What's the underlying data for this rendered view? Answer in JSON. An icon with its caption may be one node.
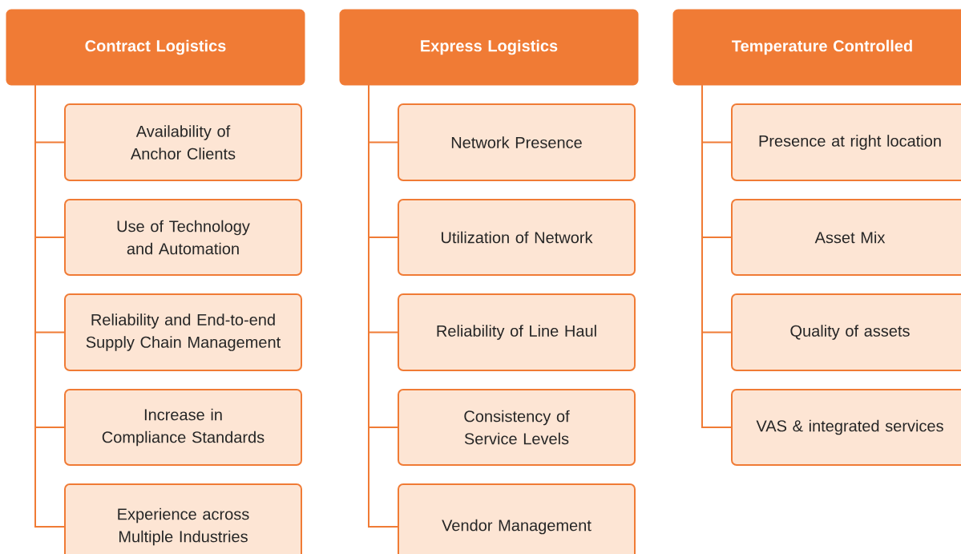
{
  "diagram": {
    "nodes": [
      {
        "text": [
          "Contract Logistics"
        ]
      },
      {
        "text": [
          "Availability of Anchor Clients"
        ]
      },
      {
        "text": [
          "Use of Technology and Automation"
        ]
      },
      {
        "text": [
          "Reliability and End-to-end Supply Chain Management"
        ]
      },
      {
        "text": [
          "Increase in Compliance Standards"
        ]
      },
      {
        "text": [
          "Experience across Multiple Industries"
        ]
      },
      {
        "text": [
          "Express Logistics"
        ]
      },
      {
        "text": [
          "Network Presence"
        ]
      },
      {
        "text": [
          "Utilization of Network"
        ]
      },
      {
        "text": [
          "Reliability of Line Haul"
        ]
      },
      {
        "text": [
          "Consistency of Service Levels"
        ]
      },
      {
        "text": [
          "Vendor Management"
        ]
      },
      {
        "text": [
          "Temperature Controlled"
        ]
      },
      {
        "text": [
          "Presence at right location"
        ]
      },
      {
        "text": [
          "Asset Mix"
        ]
      },
      {
        "text": [
          "Quality of assets"
        ]
      },
      {
        "text": [
          "VAS & integrated services"
        ]
      }
    ],
    "edges": [
      {
        "from": 0,
        "to": 1,
        "arrow": "none"
      },
      {
        "from": 0,
        "to": 2,
        "arrow": "none"
      },
      {
        "from": 0,
        "to": 3,
        "arrow": "none"
      },
      {
        "from": 0,
        "to": 4,
        "arrow": "none"
      },
      {
        "from": 0,
        "to": 5,
        "arrow": "none"
      },
      {
        "from": 6,
        "to": 7,
        "arrow": "none"
      },
      {
        "from": 6,
        "to": 8,
        "arrow": "none"
      },
      {
        "from": 6,
        "to": 9,
        "arrow": "none"
      },
      {
        "from": 6,
        "to": 10,
        "arrow": "none"
      },
      {
        "from": 6,
        "to": 11,
        "arrow": "none"
      },
      {
        "from": 12,
        "to": 13,
        "arrow": "none"
      },
      {
        "from": 12,
        "to": 14,
        "arrow": "none"
      },
      {
        "from": 12,
        "to": 15,
        "arrow": "none"
      },
      {
        "from": 12,
        "to": 16,
        "arrow": "none"
      }
    ]
  }
}
